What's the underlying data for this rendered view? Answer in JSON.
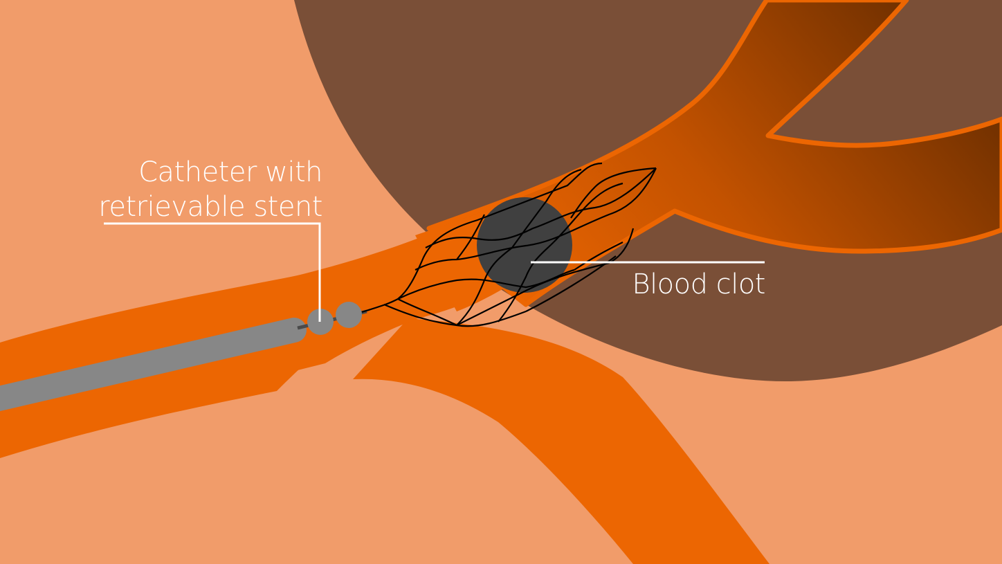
{
  "labels": {
    "catheter_line1": "Catheter with",
    "catheter_line2": "retrievable stent",
    "clot": "Blood clot"
  },
  "colors": {
    "background_tissue": "#f19c6a",
    "brain_region": "#7a4f37",
    "vessel": "#ec6602",
    "vessel_dark": "#6e2f00",
    "catheter": "#878787",
    "clot": "#404040",
    "stent_wire": "#000000",
    "leader_line": "#ffffff"
  },
  "diagram": {
    "elements": [
      "catheter",
      "retrievable stent",
      "blood clot",
      "blood vessel",
      "vessel branches"
    ]
  }
}
